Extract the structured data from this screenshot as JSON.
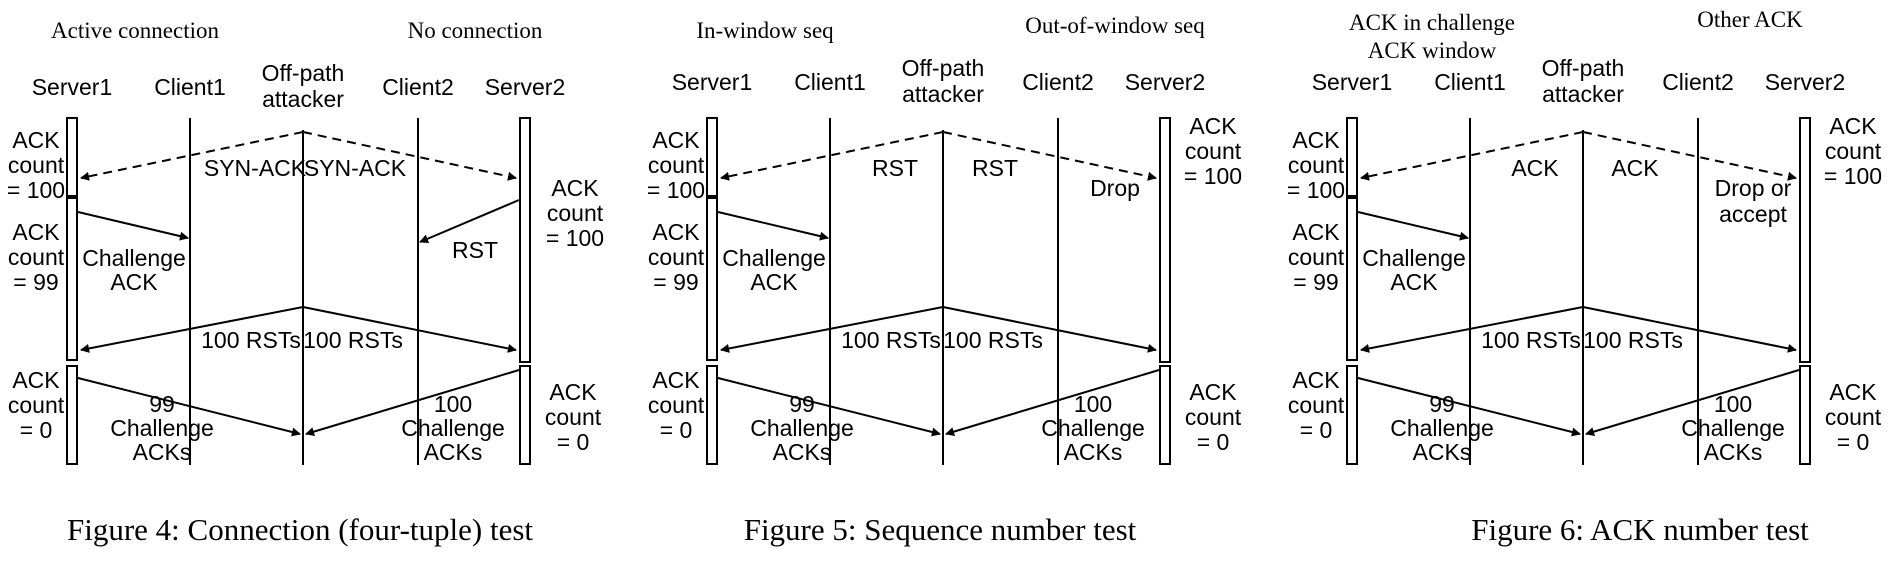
{
  "figures": [
    {
      "caption": "Figure 4: Connection (four-tuple) test",
      "header_left": [
        "Active connection"
      ],
      "header_right": [
        "No connection"
      ],
      "participants": [
        "Server1",
        "Client1",
        "Off-path",
        "attacker",
        "Client2",
        "Server2"
      ],
      "left_counts": [
        [
          "ACK",
          "count",
          "= 100"
        ],
        [
          "ACK",
          "count",
          "= 99"
        ],
        [
          "ACK",
          "count",
          "= 0"
        ]
      ],
      "right_counts": [
        [
          "ACK",
          "count",
          "= 100"
        ],
        [
          "ACK",
          "count",
          "= 0"
        ]
      ],
      "msg_left": [
        "SYN-ACK"
      ],
      "msg_right": [
        "SYN-ACK"
      ],
      "challenge_left": [
        "Challenge",
        "ACK"
      ],
      "reply_right": [
        "RST"
      ],
      "rsts_left": "100 RSTs",
      "rsts_right": "100 RSTs",
      "bottom_left": [
        "99",
        "Challenge",
        "ACKs"
      ],
      "bottom_right": [
        "100",
        "Challenge",
        "ACKs"
      ]
    },
    {
      "caption": "Figure 5: Sequence number test",
      "header_left": [
        "In-window seq"
      ],
      "header_right": [
        "Out-of-window seq"
      ],
      "participants": [
        "Server1",
        "Client1",
        "Off-path",
        "attacker",
        "Client2",
        "Server2"
      ],
      "left_counts": [
        [
          "ACK",
          "count",
          "= 100"
        ],
        [
          "ACK",
          "count",
          "= 99"
        ],
        [
          "ACK",
          "count",
          "= 0"
        ]
      ],
      "right_counts": [
        [
          "ACK",
          "count",
          "= 100"
        ],
        [
          "ACK",
          "count",
          "= 0"
        ]
      ],
      "msg_left": [
        "RST"
      ],
      "msg_right": [
        "RST"
      ],
      "challenge_left": [
        "Challenge",
        "ACK"
      ],
      "reply_right": [
        "Drop"
      ],
      "rsts_left": "100 RSTs",
      "rsts_right": "100 RSTs",
      "bottom_left": [
        "99",
        "Challenge",
        "ACKs"
      ],
      "bottom_right": [
        "100",
        "Challenge",
        "ACKs"
      ]
    },
    {
      "caption": "Figure 6: ACK number test",
      "header_left": [
        "ACK in challenge",
        "ACK window"
      ],
      "header_right": [
        "Other ACK"
      ],
      "participants": [
        "Server1",
        "Client1",
        "Off-path",
        "attacker",
        "Client2",
        "Server2"
      ],
      "left_counts": [
        [
          "ACK",
          "count",
          "= 100"
        ],
        [
          "ACK",
          "count",
          "= 99"
        ],
        [
          "ACK",
          "count",
          "= 0"
        ]
      ],
      "right_counts": [
        [
          "ACK",
          "count",
          "= 100"
        ],
        [
          "ACK",
          "count",
          "= 0"
        ]
      ],
      "msg_left": [
        "ACK"
      ],
      "msg_right": [
        "ACK"
      ],
      "challenge_left": [
        "Challenge",
        "ACK"
      ],
      "reply_right": [
        "Drop or",
        "accept"
      ],
      "rsts_left": "100 RSTs",
      "rsts_right": "100 RSTs",
      "bottom_left": [
        "99",
        "Challenge",
        "ACKs"
      ],
      "bottom_right": [
        "100",
        "Challenge",
        "ACKs"
      ]
    }
  ]
}
